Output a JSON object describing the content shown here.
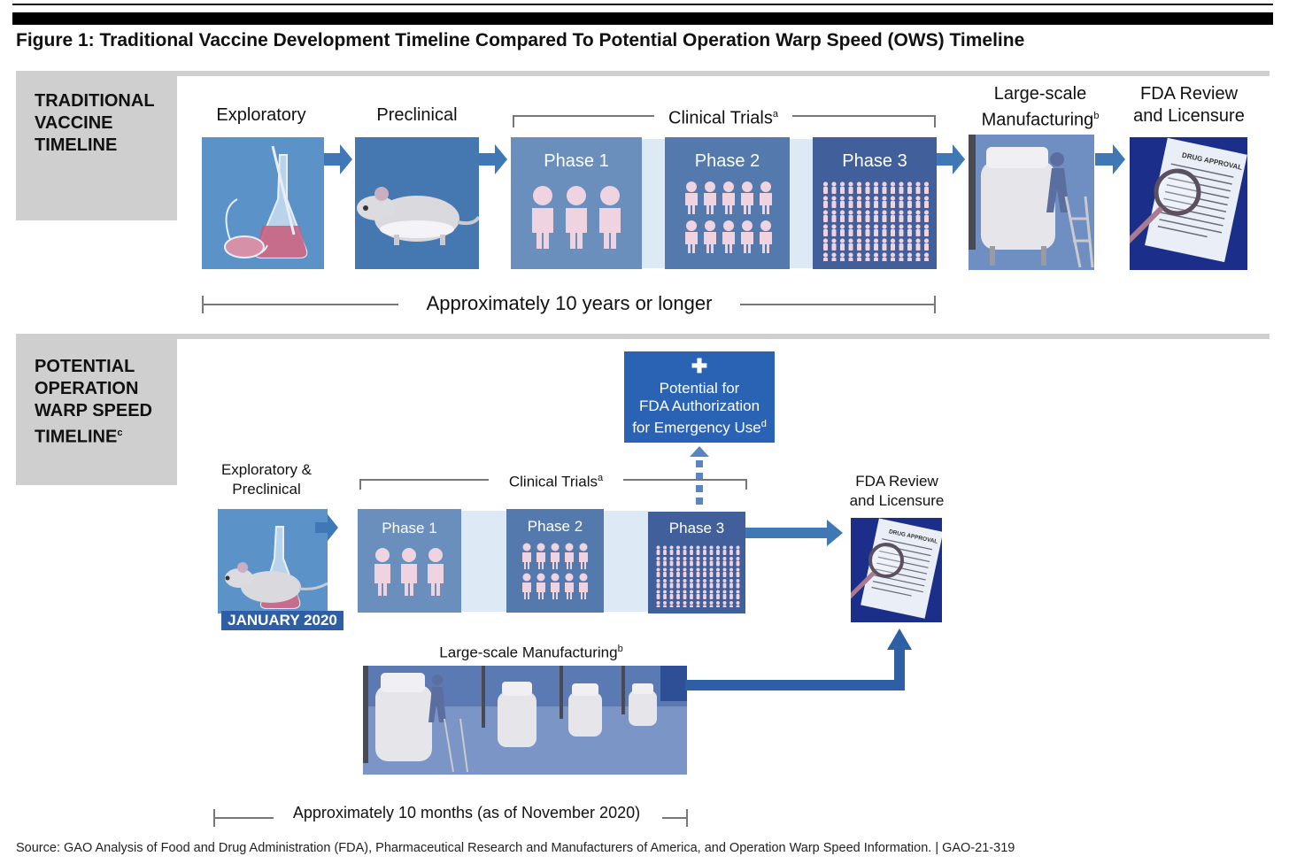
{
  "header": {
    "title": "Figure 1: Traditional Vaccine Development Timeline Compared To Potential Operation Warp Speed (OWS) Timeline"
  },
  "traditional": {
    "label": "TRADITIONAL\nVACCINE\nTIMELINE",
    "stages": {
      "exploratory": "Exploratory",
      "preclinical": "Preclinical",
      "clinical_trials": "Clinical Trials",
      "clinical_trials_note": "a",
      "manufacturing": "Large-scale\nManufacturing",
      "manufacturing_note": "b",
      "fda_review": "FDA Review\nand Licensure"
    },
    "phases": [
      "Phase 1",
      "Phase 2",
      "Phase 3"
    ],
    "duration": "Approximately 10 years or longer"
  },
  "ows": {
    "label": "POTENTIAL\nOPERATION\nWARP SPEED\nTIMELINE",
    "label_note": "c",
    "stages": {
      "exploratory_preclinical": "Exploratory &\nPreclinical",
      "start_date": "JANUARY 2020",
      "clinical_trials": "Clinical Trials",
      "clinical_trials_note": "a",
      "manufacturing": "Large-scale Manufacturing",
      "manufacturing_note": "b",
      "fda_review": "FDA Review\nand Licensure"
    },
    "phases": [
      "Phase 1",
      "Phase 2",
      "Phase 3"
    ],
    "emergency": {
      "icon": "plus-icon",
      "text": "Potential for\nFDA Authorization\nfor Emergency Use",
      "note": "d"
    },
    "duration": "Approximately 10 months (as of November 2020)"
  },
  "document": {
    "text": "DRUG APPROVAL"
  },
  "footer": {
    "source": "Source: GAO Analysis of Food and Drug Administration (FDA), Pharmaceutical Research and Manufacturers of America, and Operation Warp Speed Information.  |  GAO-21-319"
  },
  "colors": {
    "arrow_blue": "#3f78b5",
    "box_exploratory": "#5b93c9",
    "box_preclinical": "#4578b0",
    "phase1": "#6a8fbd",
    "phase2": "#5479ad",
    "phase3": "#415f9a",
    "emergency": "#2a63b3",
    "fda_dark": "#1b2f8a",
    "person": "#efd3e0",
    "gap": "#dde9f5"
  }
}
